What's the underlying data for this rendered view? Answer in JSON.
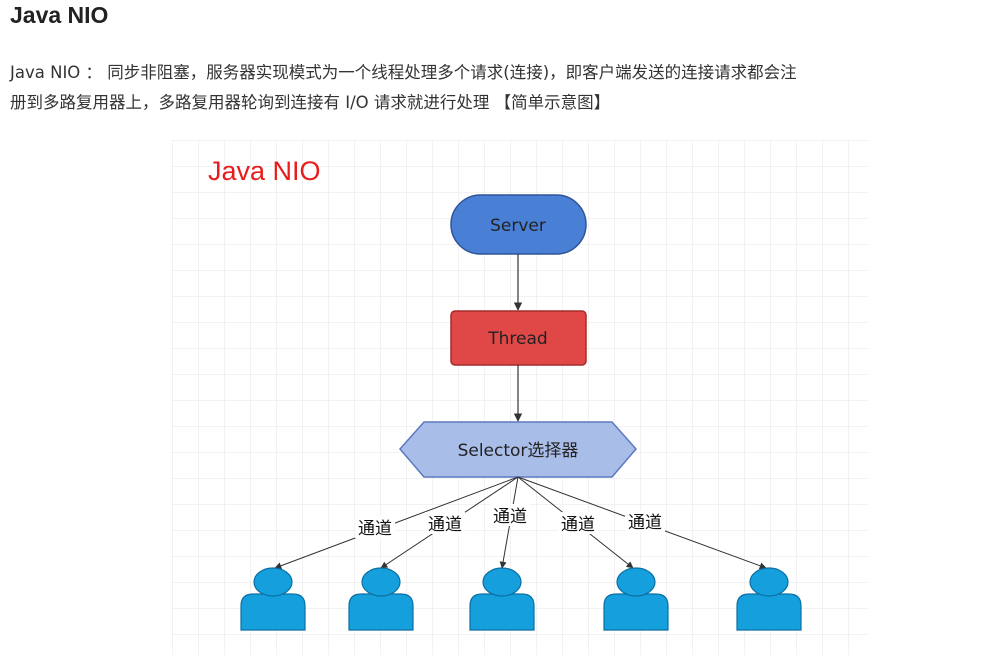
{
  "heading": "Java NIO",
  "description": {
    "line1": "Java NIO ： 同步非阻塞，服务器实现模式为一个线程处理多个请求(连接)，即客户端发送的连接请求都会注",
    "line2": "册到多路复用器上，多路复用器轮询到连接有 I/O 请求就进行处理 【简单示意图】"
  },
  "diagram": {
    "title": "Java NIO",
    "server_label": "Server",
    "thread_label": "Thread",
    "selector_label": "Selector选择器",
    "channels": [
      "通道",
      "通道",
      "通道",
      "通道",
      "通道"
    ],
    "colors": {
      "title": "#e81c1c",
      "server": "#4a7fd6",
      "thread": "#e04848",
      "selector": "#a9bde9",
      "client": "#15a0dd"
    }
  }
}
